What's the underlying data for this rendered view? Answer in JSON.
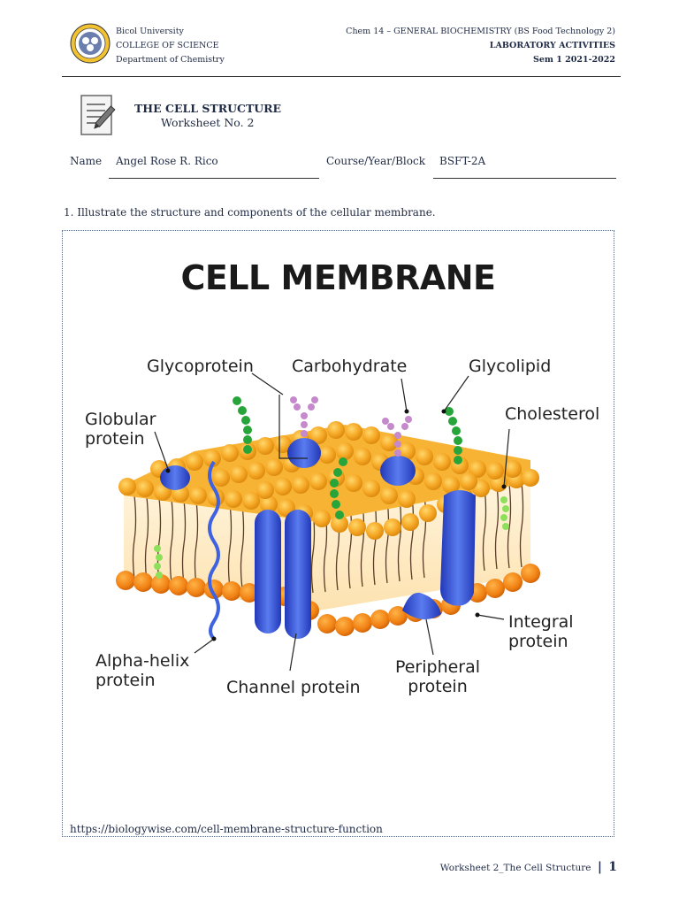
{
  "header": {
    "university": "Bicol University",
    "college": "COLLEGE OF SCIENCE",
    "department": "Department of Chemistry",
    "course": "Chem 14 – GENERAL BIOCHEMISTRY (BS Food Technology 2)",
    "activity": "LABORATORY ACTIVITIES",
    "semester": "Sem 1 2021-2022"
  },
  "worksheet": {
    "title": "THE CELL STRUCTURE",
    "number": "Worksheet No. 2"
  },
  "student": {
    "name_label": "Name",
    "name_value": "Angel Rose R. Rico",
    "course_label": "Course/Year/Block",
    "course_value": "BSFT-2A"
  },
  "question": "1.  Illustrate the structure and components of the cellular membrane.",
  "figure": {
    "title": "CELL MEMBRANE",
    "labels": {
      "glycoprotein": "Glycoprotein",
      "carbohydrate": "Carbohydrate",
      "glycolipid": "Glycolipid",
      "globular_protein": "Globular protein",
      "cholesterol": "Cholesterol",
      "integral_protein": "Integral protein",
      "peripheral_protein": "Peripheral protein",
      "channel_protein": "Channel protein",
      "alpha_helix_protein": "Alpha-helix protein"
    },
    "colors": {
      "phospholipid_head": "#f5a623",
      "protein": "#3f63e0",
      "glyco_chain": "#c58acb",
      "cholesterol_chain": "#27a43a"
    }
  },
  "source_url": "https://biologywise.com/cell-membrane-structure-function",
  "footer": {
    "text": "Worksheet 2_The Cell Structure",
    "separator": "|",
    "page": "1"
  }
}
